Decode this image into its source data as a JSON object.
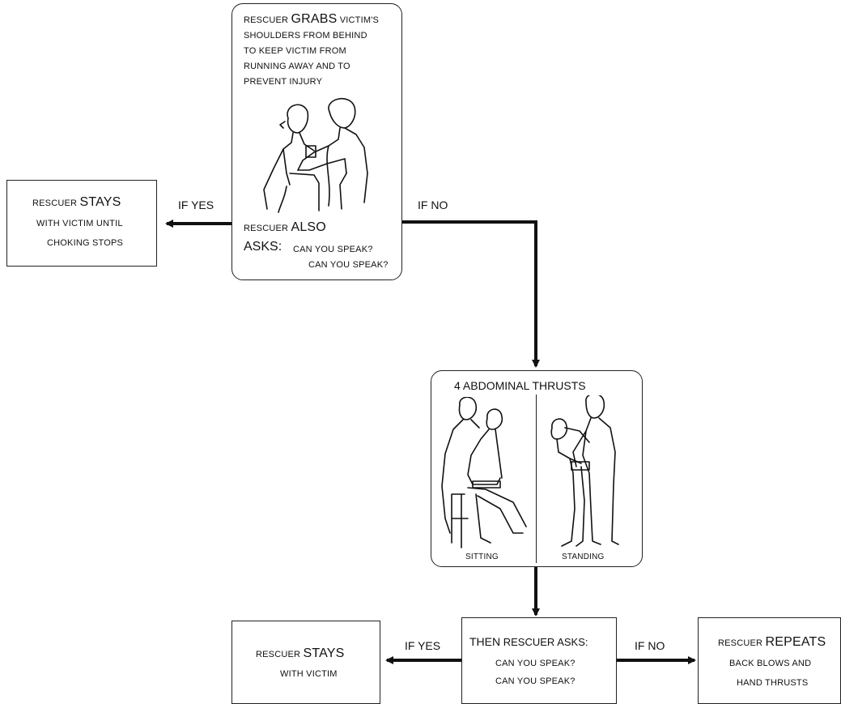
{
  "top_box": {
    "lines": [
      {
        "pre": "RESCUER ",
        "big": "GRABS",
        "post": " VICTIM'S"
      },
      "SHOULDERS FROM BEHIND",
      "TO KEEP VICTIM FROM",
      "RUNNING AWAY AND TO",
      "PREVENT INJURY"
    ],
    "also_pre": "RESCUER ",
    "also_big": "ALSO",
    "asks_big": "ASKS:",
    "asks_q1": "CAN YOU SPEAK?",
    "asks_q2": "CAN YOU SPEAK?"
  },
  "left_box": {
    "pre": "RESCUER ",
    "big": "STAYS",
    "line2": "WITH VICTIM UNTIL",
    "line3": "CHOKING STOPS"
  },
  "edge_labels": {
    "top_yes": "IF YES",
    "top_no": "IF NO",
    "bottom_yes": "IF YES",
    "bottom_no": "IF NO"
  },
  "thrust_box": {
    "title": "4 ABDOMINAL THRUSTS",
    "left_caption": "SITTING",
    "right_caption": "STANDING"
  },
  "center_box": {
    "big": "THEN",
    "rest": " RESCUER ASKS:",
    "q1": "CAN YOU SPEAK?",
    "q2": "CAN YOU SPEAK?"
  },
  "bottom_left_box": {
    "pre": "RESCUER ",
    "big": "STAYS",
    "line2": "WITH VICTIM"
  },
  "bottom_right_box": {
    "pre": "RESCUER ",
    "big": "REPEATS",
    "line2": "BACK BLOWS AND",
    "line3": "HAND THRUSTS"
  }
}
